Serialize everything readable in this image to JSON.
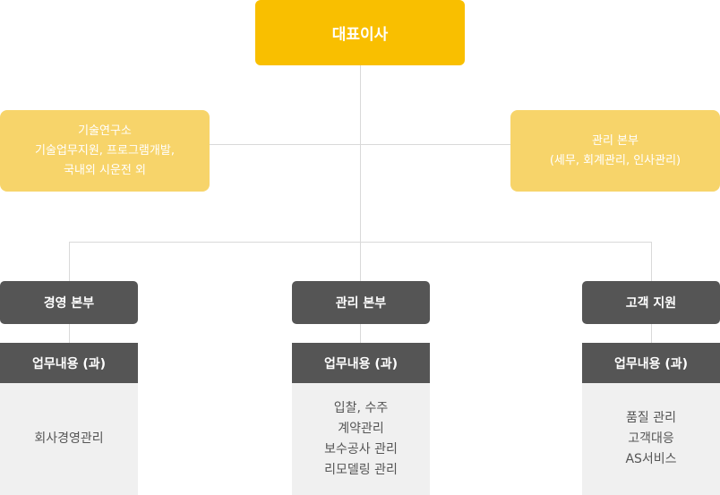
{
  "ceo": "대표이사",
  "lab": [
    "기술연구소",
    "기술업무지원, 프로그램개발,",
    "국내외 시운전 외"
  ],
  "admin_side": [
    "관리 본부",
    "(세무, 회계관리, 인사관리)"
  ],
  "departments": [
    {
      "name": "경영 본부",
      "duty_title": "업무내용 (과)",
      "duties": [
        "회사경영관리"
      ]
    },
    {
      "name": "관리 본부",
      "duty_title": "업무내용 (과)",
      "duties": [
        "입찰, 수주",
        "계약관리",
        "보수공사 관리",
        "리모델링 관리"
      ]
    },
    {
      "name": "고객 지원",
      "duty_title": "업무내용 (과)",
      "duties": [
        "품질 관리",
        "고객대응",
        "AS서비스"
      ]
    }
  ],
  "colors": {
    "ceo": "#f9bf00",
    "side": "#f7d46a",
    "dept": "#555555",
    "duty_bg": "#f0f0f0",
    "line": "#d9d9d9"
  }
}
